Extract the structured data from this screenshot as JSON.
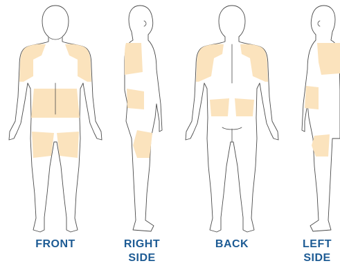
{
  "views": [
    {
      "key": "front",
      "label": "FRONT"
    },
    {
      "key": "right",
      "label": "RIGHT\nSIDE"
    },
    {
      "key": "back",
      "label": "BACK"
    },
    {
      "key": "left",
      "label": "LEFT\nSIDE"
    }
  ],
  "colors": {
    "zone": "#fbe3bd",
    "outline": "#4a4a4a",
    "label": "#1d5b94"
  }
}
